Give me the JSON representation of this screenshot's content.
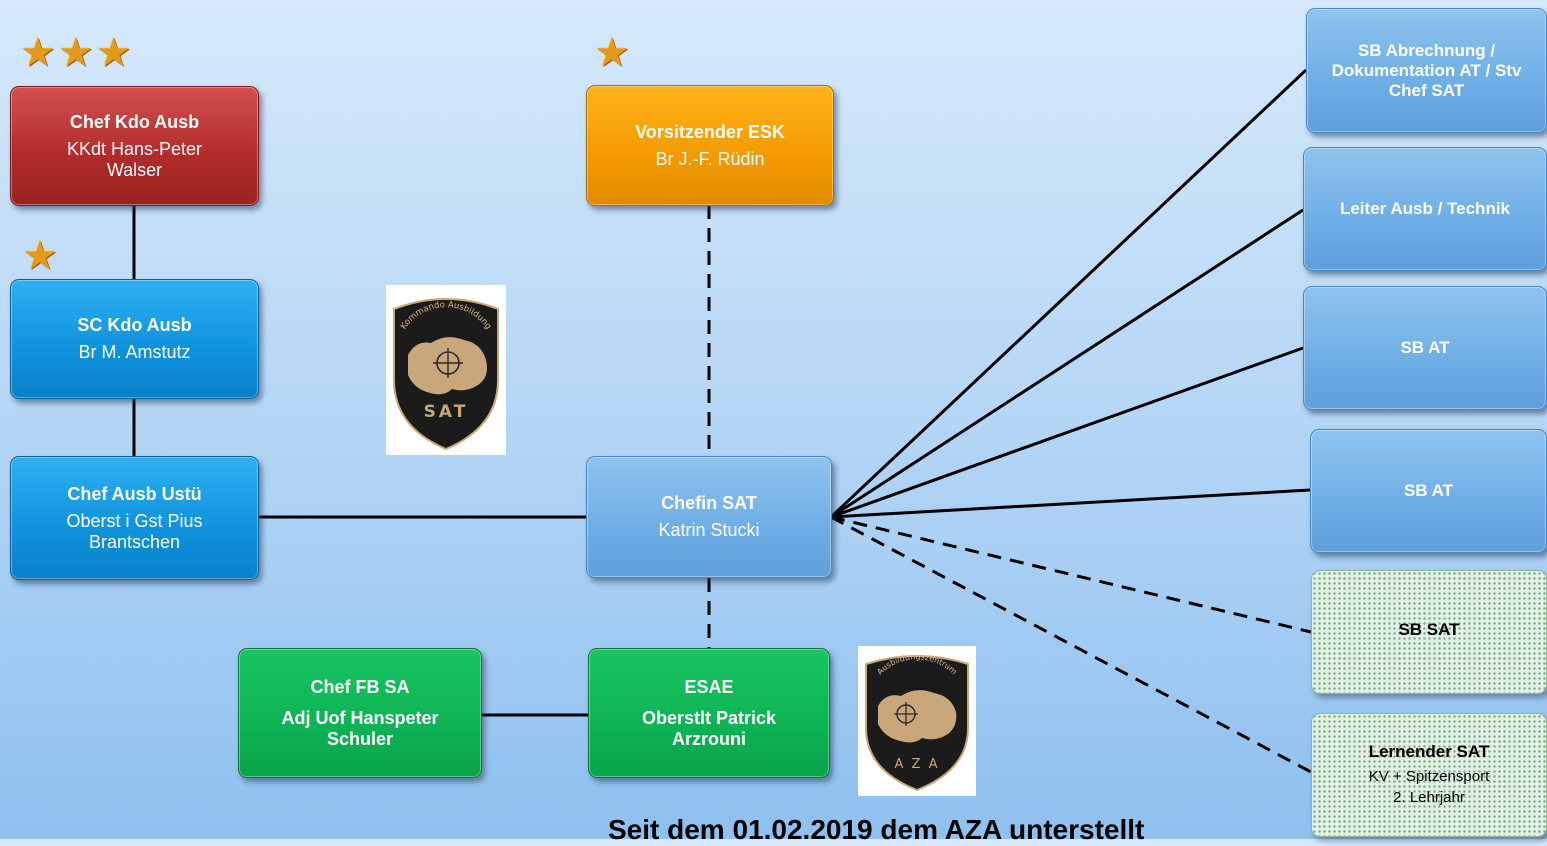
{
  "top_left": {
    "chef_kdo": {
      "title": "Chef Kdo Ausb",
      "name": "KKdt Hans-Peter Walser",
      "stars": "★★★"
    },
    "sc_kdo": {
      "title": "SC Kdo Ausb",
      "name": "Br M. Amstutz",
      "stars": "★"
    },
    "chef_ustue": {
      "title": "Chef Ausb Ustü",
      "name": "Oberst i Gst Pius Brantschen"
    }
  },
  "esk": {
    "title": "Vorsitzender ESK",
    "name": "Br J.-F. Rüdin",
    "stars": "★"
  },
  "chefin_sat": {
    "title": "Chefin SAT",
    "name": "Katrin Stucki"
  },
  "esae": {
    "title": "ESAE",
    "name": "Oberstlt Patrick Arzrouni"
  },
  "chef_fb": {
    "title": "Chef FB SA",
    "name": "Adj Uof Hanspeter Schuler"
  },
  "subordinates": [
    {
      "title": "SB Abrechnung / Dokumentation AT / Stv Chef SAT"
    },
    {
      "title": "Leiter Ausb / Technik"
    },
    {
      "title": "SB AT"
    },
    {
      "title": "SB AT"
    },
    {
      "title": "SB SAT"
    },
    {
      "title": "Lernender SAT",
      "line2": "KV + Spitzensport",
      "line3": "2. Lehrjahr"
    }
  ],
  "logo_sat": {
    "text": "SAT",
    "ring_text": "Kommando Ausbildung"
  },
  "logo_aza": {
    "text": "A Z A",
    "ring_text": "Ausbildungszentrum"
  },
  "footer": "Seit dem 01.02.2019 dem AZA unterstellt",
  "colors": {
    "red": "#b02a2a",
    "orange": "#f39a00",
    "blue": "#0f92dc",
    "light_blue": "#6eaee6",
    "green": "#0db354",
    "star": "#e39a1e"
  }
}
